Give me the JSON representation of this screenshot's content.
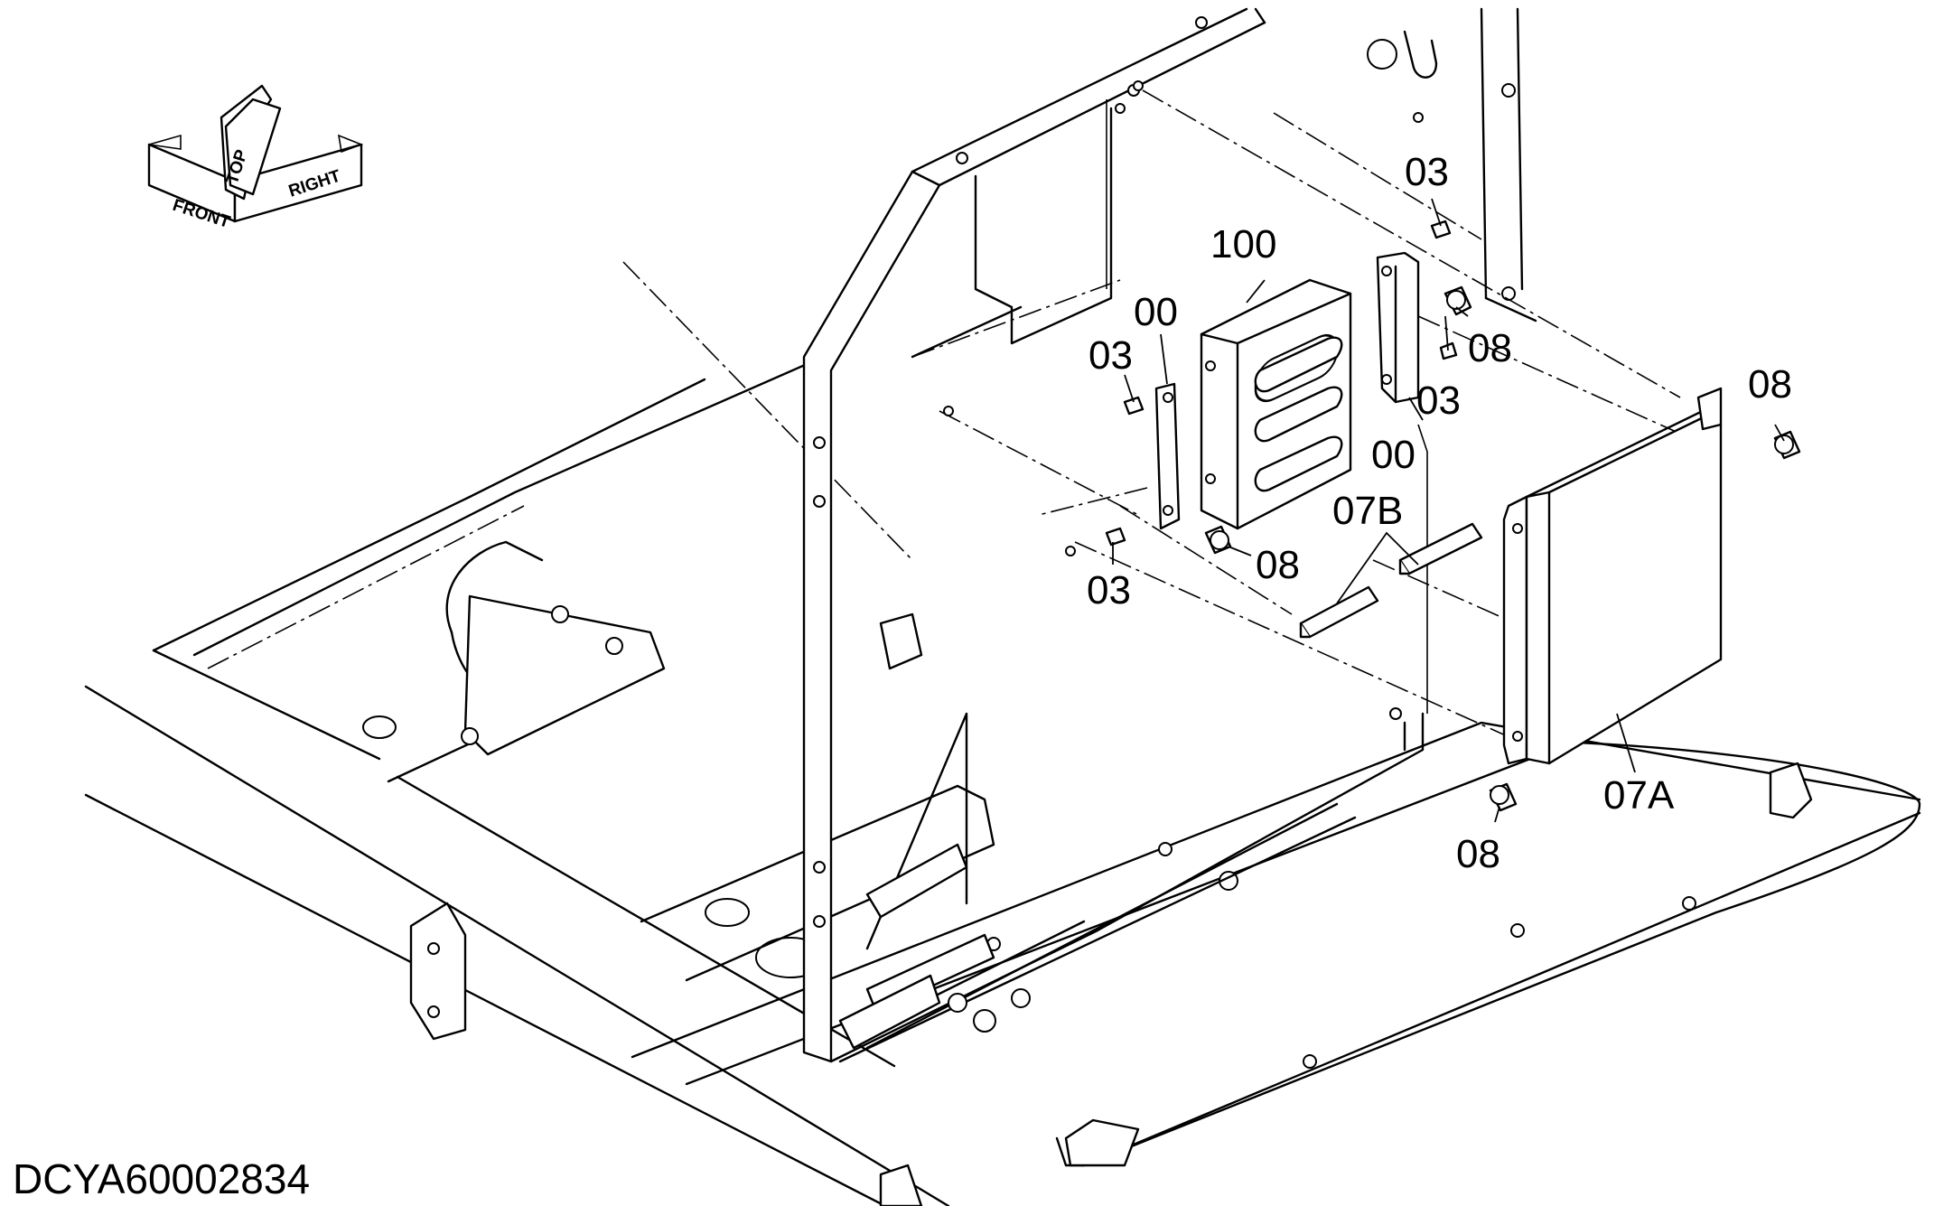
{
  "drawing_number": "DCYA60002834",
  "orientation_icon": {
    "labels": [
      "FRONT",
      "TOP",
      "RIGHT"
    ]
  },
  "callouts": [
    {
      "id": "c-100",
      "label": "100"
    },
    {
      "id": "c-00-left",
      "label": "00"
    },
    {
      "id": "c-00-right",
      "label": "00"
    },
    {
      "id": "c-03-top",
      "label": "03"
    },
    {
      "id": "c-03-left",
      "label": "03"
    },
    {
      "id": "c-03-right",
      "label": "03"
    },
    {
      "id": "c-03-bottom",
      "label": "03"
    },
    {
      "id": "c-08-upper",
      "label": "08"
    },
    {
      "id": "c-08-far-right",
      "label": "08"
    },
    {
      "id": "c-08-middle",
      "label": "08"
    },
    {
      "id": "c-08-bottom",
      "label": "08"
    },
    {
      "id": "c-07B",
      "label": "07B"
    },
    {
      "id": "c-07A",
      "label": "07A"
    }
  ]
}
